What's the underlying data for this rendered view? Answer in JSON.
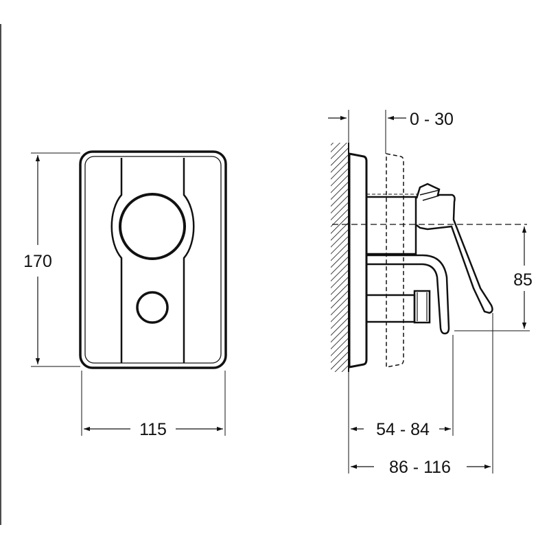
{
  "dimensions": {
    "front_width": "115",
    "front_height": "170",
    "wall_offset": "0 - 30",
    "center_to_spout": "85",
    "handle_depth": "54 - 84",
    "total_depth": "86 - 116"
  },
  "colors": {
    "line": "#111111",
    "background": "#ffffff"
  }
}
